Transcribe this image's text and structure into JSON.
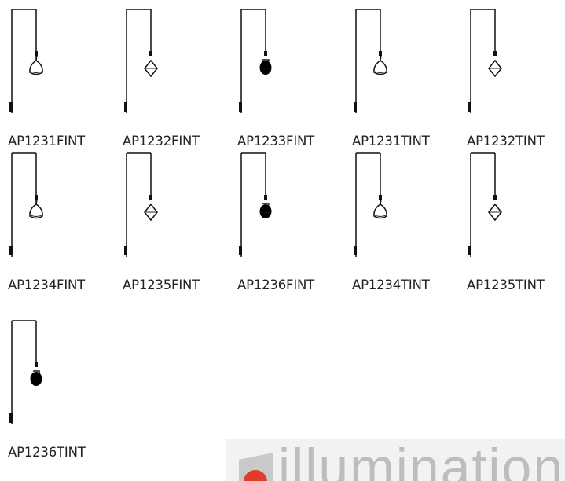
{
  "products": [
    {
      "code": "AP1231FINT",
      "shade": "reflector"
    },
    {
      "code": "AP1232FINT",
      "shade": "spinning-top"
    },
    {
      "code": "AP1233FINT",
      "shade": "globe"
    },
    {
      "code": "AP1231TINT",
      "shade": "reflector"
    },
    {
      "code": "AP1232TINT",
      "shade": "spinning-top"
    },
    {
      "code": "AP1234FINT",
      "shade": "reflector"
    },
    {
      "code": "AP1235FINT",
      "shade": "spinning-top"
    },
    {
      "code": "AP1236FINT",
      "shade": "globe"
    },
    {
      "code": "AP1234TINT",
      "shade": "reflector"
    },
    {
      "code": "AP1235TINT",
      "shade": "spinning-top"
    },
    {
      "code": "AP1236TINT",
      "shade": "globe"
    }
  ],
  "logo": {
    "text": "illumination",
    "colors": {
      "mark_grey": "#c9c9c9",
      "mark_red": "#e23a2c",
      "text_grey": "#bdbdbd"
    }
  }
}
